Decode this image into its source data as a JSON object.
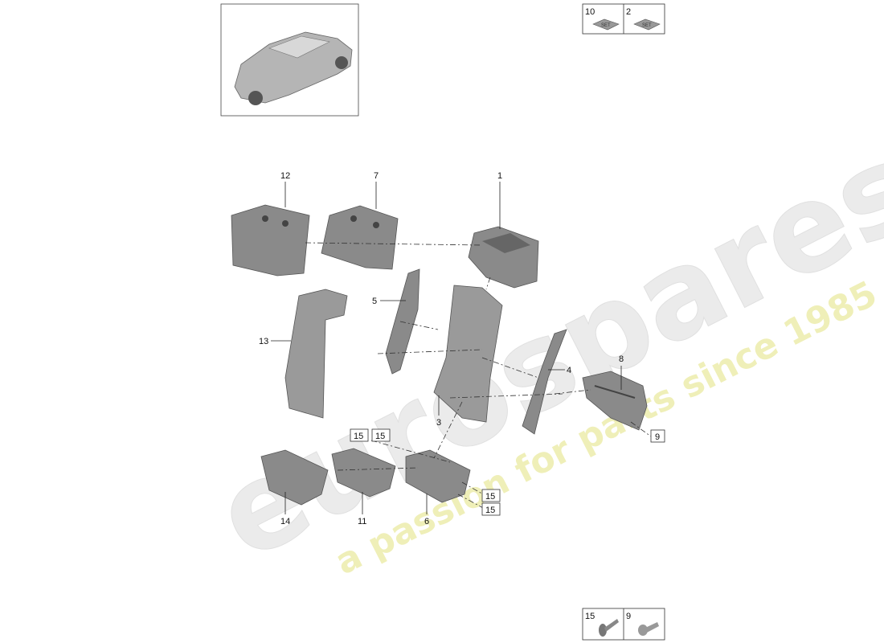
{
  "watermark": {
    "brand": "eurospares",
    "tagline": "a passion for parts since 1985",
    "brand_color": "#e6e6e6",
    "tagline_color": "#eeeeb0"
  },
  "header": {
    "vehicle_thumbnail": "car-thumbnail",
    "set_legend": [
      {
        "number": "10",
        "icon": "set-box-icon",
        "text": "SET"
      },
      {
        "number": "2",
        "icon": "set-box-icon",
        "text": "SET"
      }
    ]
  },
  "callouts": {
    "p1": "1",
    "p3": "3",
    "p4": "4",
    "p5": "5",
    "p6": "6",
    "p7": "7",
    "p8": "8",
    "p9": "9",
    "p11": "11",
    "p12": "12",
    "p13": "13",
    "p14": "14",
    "p15a": "15",
    "p15b": "15",
    "p15c": "15",
    "p15d": "15"
  },
  "fastener_legend": [
    {
      "number": "15",
      "icon": "screw-icon"
    },
    {
      "number": "9",
      "icon": "bolt-icon"
    }
  ],
  "colors": {
    "part": "#8a8a8a",
    "line": "#222222"
  }
}
